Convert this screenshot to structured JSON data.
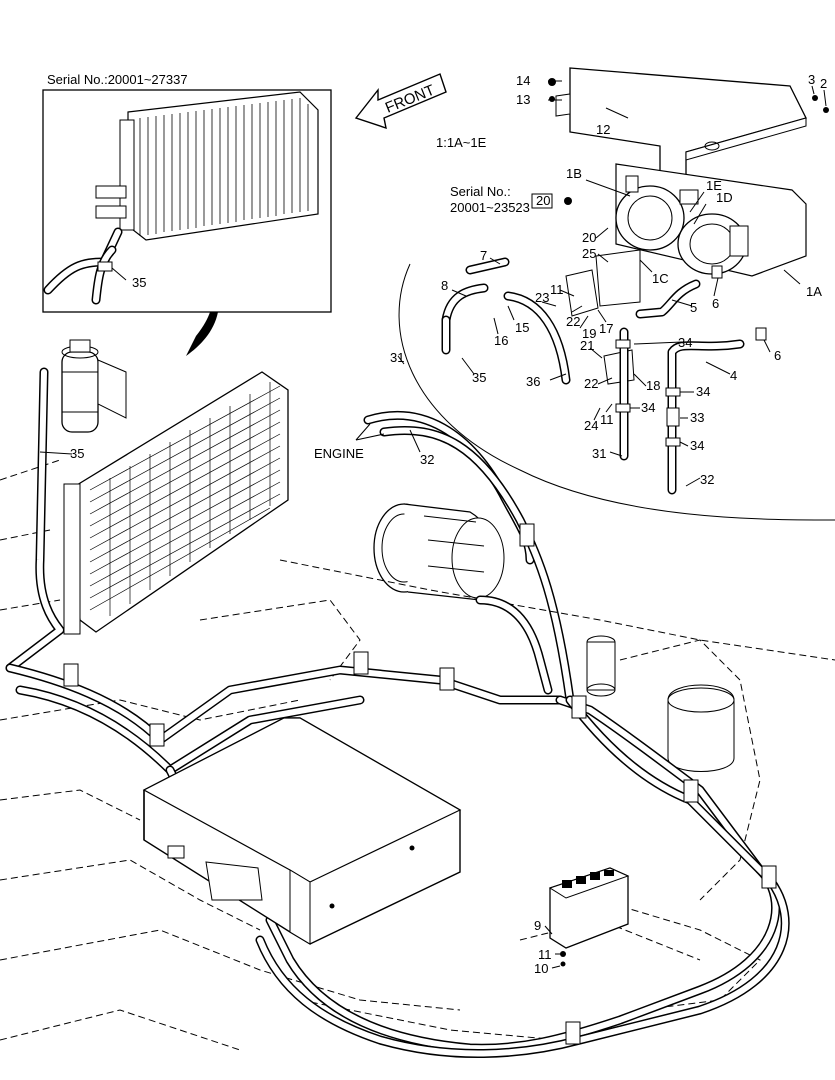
{
  "captions": {
    "inset_serial": "Serial No.:20001~27337",
    "front": "FRONT",
    "scale": "1:1A~1E",
    "serial_range_line1": "Serial No.:",
    "serial_range_line2": "20001~23523",
    "engine": "ENGINE"
  },
  "callouts": {
    "c35_inset": "35",
    "c14": "14",
    "c13": "13",
    "c12": "12",
    "c3": "3",
    "c2": "2",
    "c20_box": "20",
    "c1B": "1B",
    "c1E": "1E",
    "c1D": "1D",
    "c20": "20",
    "c25": "25",
    "c7": "7",
    "c8": "8",
    "c11a": "11",
    "c23": "23",
    "c22a": "22",
    "c15": "15",
    "c16": "16",
    "c17": "17",
    "c19": "19",
    "c1C": "1C",
    "c6a": "6",
    "c5": "5",
    "c1A": "1A",
    "c34a": "34",
    "c6b": "6",
    "c4": "4",
    "c21": "21",
    "c36": "36",
    "c35b": "35",
    "c31": "31",
    "c22b": "22",
    "c18": "18",
    "c34b": "34",
    "c34c": "34",
    "c33": "33",
    "c24": "24",
    "c11b": "11",
    "c34d": "34",
    "c31b": "31",
    "c32a": "32",
    "c32b": "32",
    "c35c": "35",
    "c9": "9",
    "c11c": "11",
    "c10": "10"
  }
}
